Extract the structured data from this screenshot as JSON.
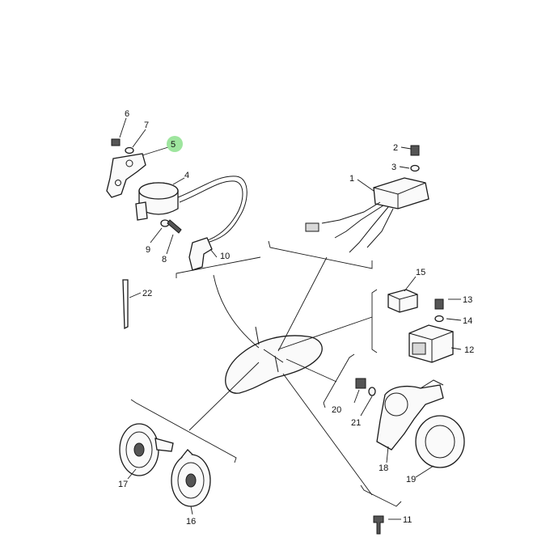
{
  "callouts": {
    "c1": "1",
    "c2": "2",
    "c3": "3",
    "c4": "4",
    "c5": "5",
    "c6": "6",
    "c7": "7",
    "c8": "8",
    "c9": "9",
    "c10": "10",
    "c11": "11",
    "c12": "12",
    "c13": "13",
    "c14": "14",
    "c15": "15",
    "c16": "16",
    "c17": "17",
    "c18": "18",
    "c19": "19",
    "c20": "20",
    "c21": "21",
    "c22": "22"
  },
  "highlight_color": "#8de08d"
}
